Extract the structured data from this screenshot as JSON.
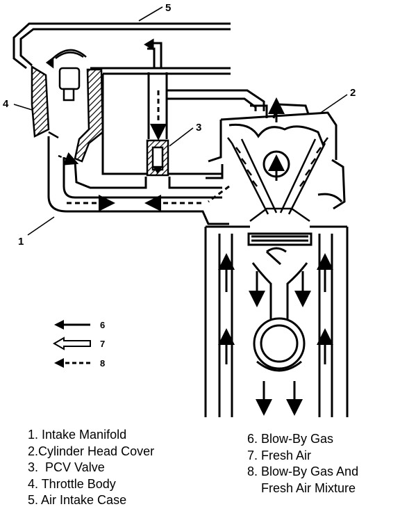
{
  "callouts": {
    "c1": "1",
    "c2": "2",
    "c3": "3",
    "c4": "4",
    "c5": "5"
  },
  "legend": {
    "l6": "6",
    "l7": "7",
    "l8": "8"
  },
  "captions": {
    "left": [
      "1. Intake Manifold",
      "2.Cylinder Head Cover",
      "3.  PCV Valve",
      "4. Throttle Body",
      "5. Air Intake Case"
    ],
    "right": [
      "6. Blow-By Gas",
      "7. Fresh Air",
      "8. Blow-By Gas And",
      "    Fresh Air Mixture"
    ]
  },
  "colors": {
    "ink": "#000000",
    "paper": "#ffffff"
  }
}
